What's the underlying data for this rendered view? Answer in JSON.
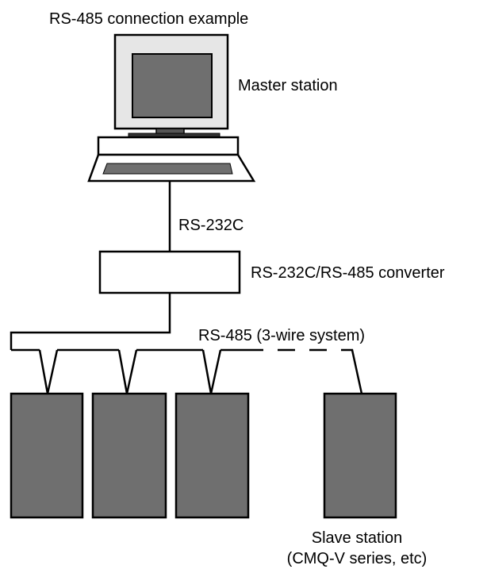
{
  "title": "RS-485 connection example",
  "master": {
    "label": "Master station"
  },
  "link1": {
    "label": "RS-232C"
  },
  "converter": {
    "label": "RS-232C/RS-485 converter"
  },
  "bus": {
    "label": "RS-485 (3-wire system)"
  },
  "slaves": {
    "label_line1": "Slave station",
    "label_line2": "(CMQ-V series, etc)"
  },
  "colors": {
    "line": "#000000",
    "device_fill": "#6f6f6f",
    "monitor_body": "#e6e6e6",
    "screen": "#6f6f6f",
    "keyboard_keys": "#6f6f6f",
    "background": "#ffffff"
  }
}
